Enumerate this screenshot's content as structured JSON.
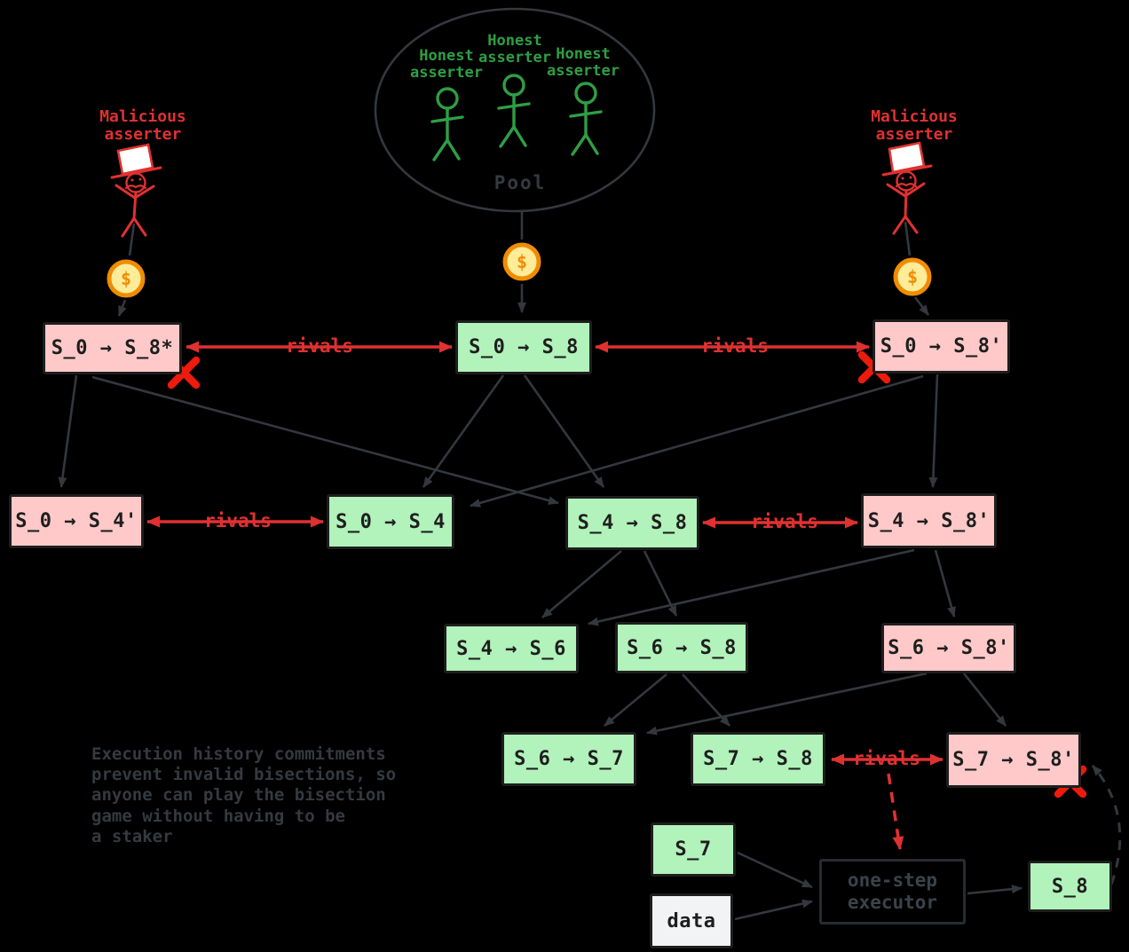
{
  "pool": {
    "label": "Pool",
    "members": [
      {
        "label": "Honest\nasserter"
      },
      {
        "label": "Honest\nasserter"
      },
      {
        "label": "Honest\nasserter"
      }
    ]
  },
  "malicious_left": {
    "label": "Malicious\nasserter"
  },
  "malicious_right": {
    "label": "Malicious\nasserter"
  },
  "coin": {
    "symbol": "$"
  },
  "rivals_label": "rivals",
  "nodes": [
    {
      "label": "S_0 → S_8*",
      "status": "malicious"
    },
    {
      "label": "S_0 → S_8",
      "status": "honest"
    },
    {
      "label": "S_0 → S_8'",
      "status": "malicious"
    },
    {
      "label": "S_0 → S_4'",
      "status": "malicious"
    },
    {
      "label": "S_0 → S_4",
      "status": "honest"
    },
    {
      "label": "S_4 → S_8",
      "status": "honest"
    },
    {
      "label": "S_4 → S_8'",
      "status": "malicious"
    },
    {
      "label": "S_4 → S_6",
      "status": "honest"
    },
    {
      "label": "S_6 → S_8",
      "status": "honest"
    },
    {
      "label": "S_6 → S_8'",
      "status": "malicious"
    },
    {
      "label": "S_6 → S_7",
      "status": "honest"
    },
    {
      "label": "S_7 → S_8",
      "status": "honest"
    },
    {
      "label": "S_7 → S_8'",
      "status": "malicious"
    },
    {
      "label": "S_7",
      "status": "honest"
    },
    {
      "label": "data",
      "status": "neutral"
    },
    {
      "label": "S_8",
      "status": "honest"
    }
  ],
  "executor": {
    "label": "one-step\nexecutor"
  },
  "note": "Execution history commitments\nprevent invalid bisections, so\nanyone can play the bisection\ngame without having to be\na staker",
  "colors": {
    "honest_fill": "#b2f2bb",
    "malicious_fill": "#ffc9c9",
    "neutral_fill": "#f1f3f5",
    "honest_green": "#2f9e44",
    "rival_red": "#e03131",
    "x_mark_red": "#ed1b0c",
    "coin_fill": "#ffec99",
    "coin_stroke": "#f08c00",
    "line_gray": "#33383e",
    "ink": "#1e1e1e"
  }
}
